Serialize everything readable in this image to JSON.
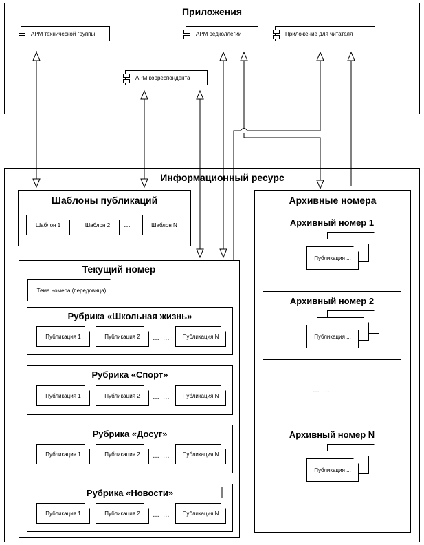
{
  "apps": {
    "title": "Приложения",
    "components": [
      "АРМ технической группы",
      "АРМ редколлегии",
      "Приложение для читателя",
      "АРМ корреспондента"
    ]
  },
  "resource": {
    "title": "Информационный ресурс",
    "templates": {
      "title": "Шаблоны публикаций",
      "items": [
        "Шаблон 1",
        "Шаблон 2",
        "Шаблон N"
      ],
      "dots": "…"
    },
    "current": {
      "title": "Текущий номер",
      "theme": "Тема номера (передовица)",
      "rubrics": [
        {
          "title": "Рубрика «Школьная жизнь»",
          "items": [
            "Публикация 1",
            "Публикация 2",
            "Публикация N"
          ],
          "dots": "…  …"
        },
        {
          "title": "Рубрика «Спорт»",
          "items": [
            "Публикация 1",
            "Публикация 2",
            "Публикация N"
          ],
          "dots": "…  …"
        },
        {
          "title": "Рубрика «Досуг»",
          "items": [
            "Публикация 1",
            "Публикация 2",
            "Публикация N"
          ],
          "dots": "…  …"
        },
        {
          "title": "Рубрика «Новости»",
          "items": [
            "Публикация 1",
            "Публикация 2",
            "Публикация N"
          ],
          "dots": "…  …"
        }
      ]
    },
    "archive": {
      "title": "Архивные номера",
      "issues": [
        {
          "title": "Архивный номер 1",
          "item": "Публикация ..."
        },
        {
          "title": "Архивный номер 2",
          "item": "Публикация ..."
        },
        {
          "title": "Архивный номер N",
          "item": "Публикация ..."
        }
      ],
      "dots": "…  …"
    }
  }
}
